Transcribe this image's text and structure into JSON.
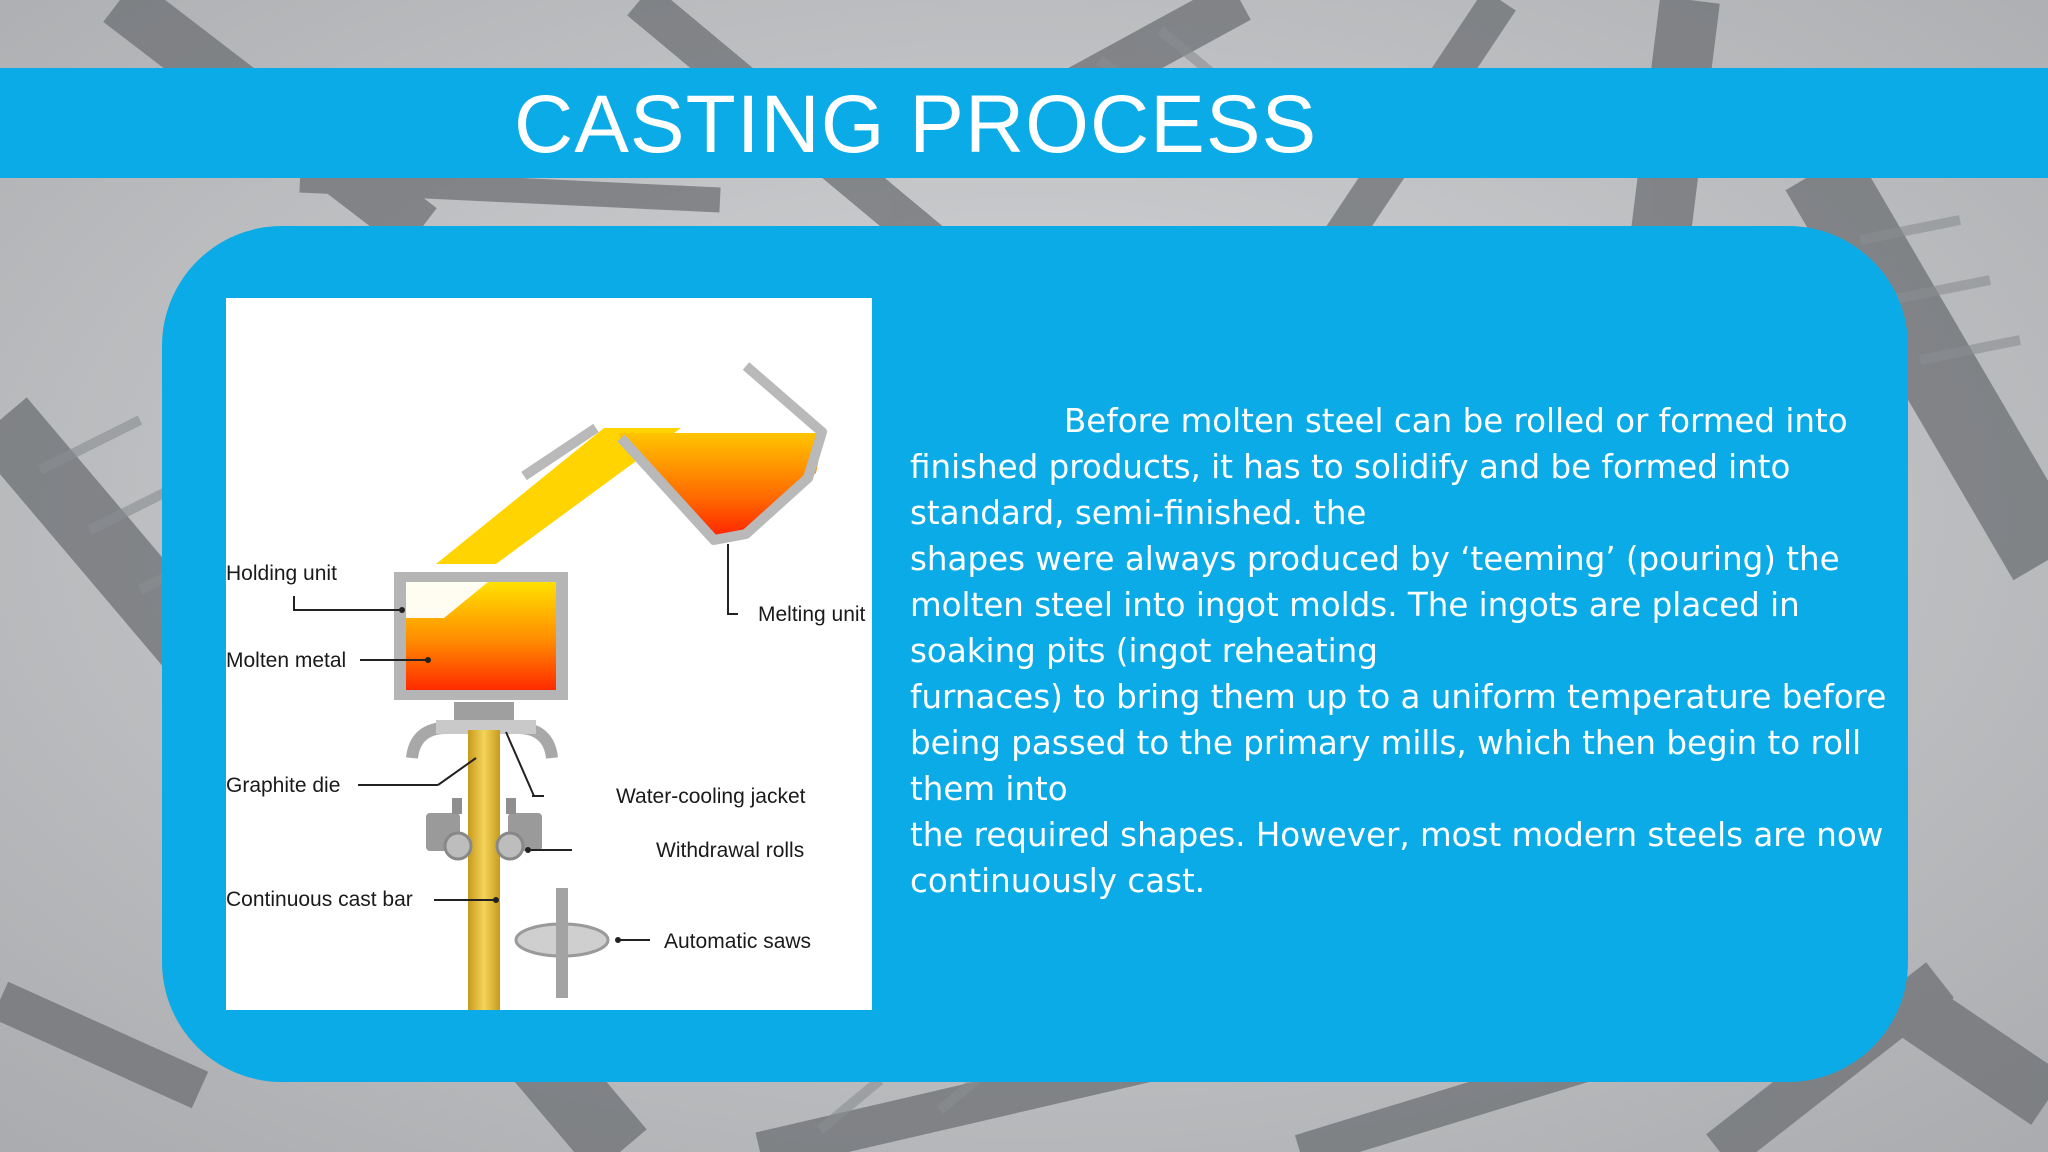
{
  "slide": {
    "title": "CASTING PROCESS",
    "colors": {
      "band": "#0aabe6",
      "panel": "#0aabe6",
      "text": "#ffffff"
    }
  },
  "figure": {
    "labels": {
      "holding_unit": "Holding unit",
      "molten_metal": "Molten metal",
      "graphite_die": "Graphite die",
      "continuous_cast_bar": "Continuous cast bar",
      "melting_unit": "Melting unit",
      "water_cooling_jacket": "Water-cooling jacket",
      "withdrawal_rolls": "Withdrawal rolls",
      "automatic_saws": "Automatic saws"
    }
  },
  "body": {
    "lines": [
      "Before molten steel can be rolled or formed into",
      "finished products, it has to solidify and be formed into",
      "standard, semi-finished. the",
      "shapes were always produced by ‘teeming’ (pouring) the",
      "molten steel into ingot molds. The ingots are placed in",
      "soaking pits (ingot reheating",
      "furnaces) to bring them up to a uniform temperature before",
      "being passed to the primary mills, which then begin to roll",
      "them into",
      "the required shapes. However, most modern steels are now",
      "continuously cast."
    ]
  }
}
